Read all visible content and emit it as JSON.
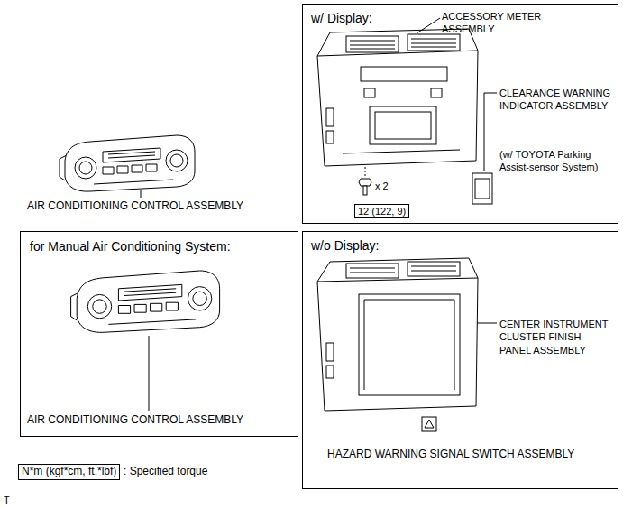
{
  "diagram": {
    "nodes": [
      {
        "text": [
          "w/ Display:"
        ]
      },
      {
        "text": [
          "12 (122, 9)"
        ],
        "in": 0
      },
      {
        "text": [
          "for Manual Air Conditioning System:"
        ]
      },
      {
        "text": [
          "w/o Display:"
        ]
      },
      {
        "text": [
          "N*m (kgf*cm, ft.*lbf)"
        ]
      }
    ],
    "labels": [
      "AIR CONDITIONING CONTROL ASSEMBLY",
      "ACCESSORY METER ASSEMBLY",
      "CLEARANCE WARNING INDICATOR ASSEMBLY",
      "(w/ TOYOTA Parking Assist-sensor System)",
      "x 2",
      "AIR CONDITIONING CONTROL ASSEMBLY",
      "CENTER INSTRUMENT CLUSTER FINISH PANEL ASSEMBLY",
      "HAZARD WARNING SIGNAL SWITCH ASSEMBLY",
      ": Specified torque",
      "T"
    ]
  }
}
